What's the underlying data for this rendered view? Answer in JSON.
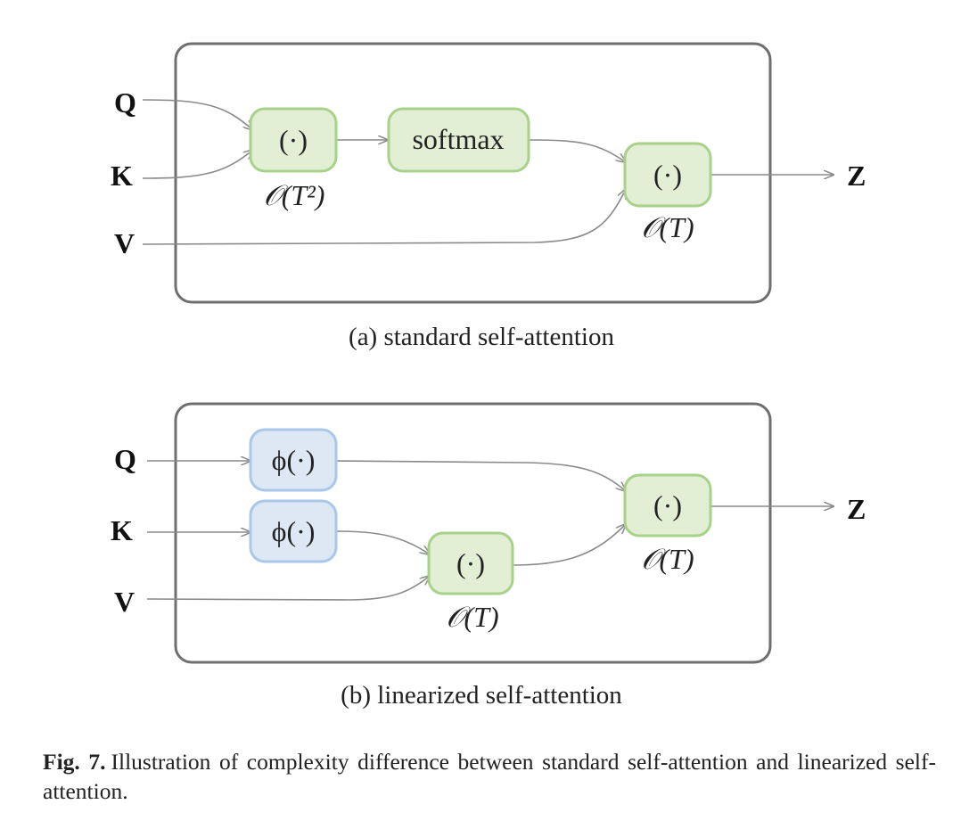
{
  "panel_a": {
    "caption": "(a)  standard self-attention",
    "inputs": {
      "q": "Q",
      "k": "K",
      "v": "V"
    },
    "output": "Z",
    "matmul_1": {
      "label": "(·)",
      "complexity": "𝒪(T²)"
    },
    "softmax": {
      "label": "softmax"
    },
    "matmul_2": {
      "label": "(·)",
      "complexity": "𝒪(T)"
    }
  },
  "panel_b": {
    "caption": "(b)  linearized self-attention",
    "inputs": {
      "q": "Q",
      "k": "K",
      "v": "V"
    },
    "output": "Z",
    "phi_q": {
      "label": "ϕ(·)"
    },
    "phi_k": {
      "label": "ϕ(·)"
    },
    "matmul_kv": {
      "label": "(·)",
      "complexity": "𝒪(T)"
    },
    "matmul_out": {
      "label": "(·)",
      "complexity": "𝒪(T)"
    }
  },
  "figure_caption": {
    "label": "Fig. 7.",
    "text": "Illustration of complexity difference between standard self-attention and linearized self-attention."
  },
  "colors": {
    "frame": "#6f6f6f",
    "green_fill": "#e3efd5",
    "green_stroke": "#a6d28a",
    "blue_fill": "#dde8f4",
    "blue_stroke": "#a9c7e8",
    "edge": "#8a8a8a"
  }
}
